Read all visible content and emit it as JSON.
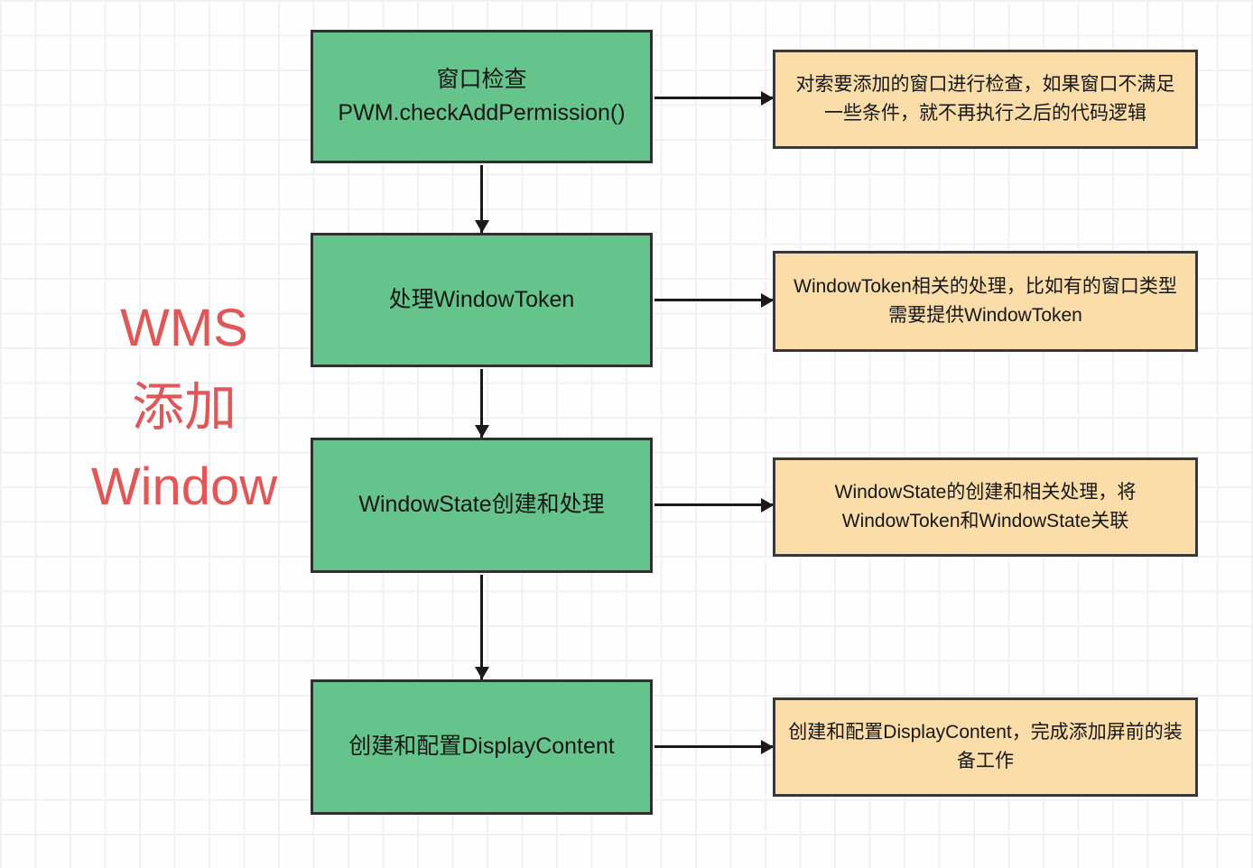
{
  "diagram": {
    "side_label": {
      "lines": [
        "WMS",
        "添加",
        "Window"
      ],
      "color": "#e15757"
    },
    "steps": [
      {
        "label": "窗口检查\nPWM.checkAddPermission()",
        "description": "对索要添加的窗口进行检查，如果窗口不满足一些条件，就不再执行之后的代码逻辑"
      },
      {
        "label": "处理WindowToken",
        "description": "WindowToken相关的处理，比如有的窗口类型需要提供WindowToken"
      },
      {
        "label": "WindowState创建和处理",
        "description": "WindowState的创建和相关处理，将WindowToken和WindowState关联"
      },
      {
        "label": "创建和配置DisplayContent",
        "description": "创建和配置DisplayContent，完成添加屏前的装备工作"
      }
    ],
    "colors": {
      "step_fill": "#64c48c",
      "step_border": "#2f2f2f",
      "note_fill": "#fadda9",
      "note_border": "#383838",
      "arrow": "#1a1a1a",
      "side_label_red": "#e15757"
    }
  }
}
